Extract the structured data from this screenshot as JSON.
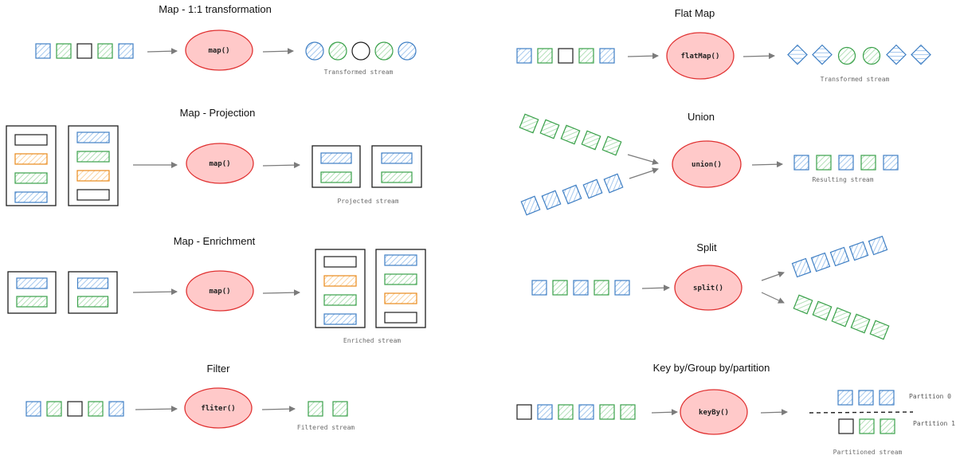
{
  "colors": {
    "blue": "#3f7fc4",
    "green": "#3aa14a",
    "black": "#1e1e1e",
    "orange": "#e98a1b",
    "operator_fill": "#ffc9c9",
    "operator_stroke": "#e03131",
    "arrow": "#7b7b7b"
  },
  "sections": {
    "map_transform": {
      "title": "Map - 1:1 transformation",
      "operator": "map()",
      "caption": "Transformed stream"
    },
    "map_projection": {
      "title": "Map - Projection",
      "operator": "map()",
      "caption": "Projected stream"
    },
    "map_enrichment": {
      "title": "Map - Enrichment",
      "operator": "map()",
      "caption": "Enriched stream"
    },
    "filter": {
      "title": "Filter",
      "operator": "fliter()",
      "caption": "Filtered stream"
    },
    "flat_map": {
      "title": "Flat Map",
      "operator": "flatMap()",
      "caption": "Transformed stream"
    },
    "union": {
      "title": "Union",
      "operator": "union()",
      "caption": "Resulting stream"
    },
    "split": {
      "title": "Split",
      "operator": "split()"
    },
    "key_by": {
      "title": "Key by/Group by/partition",
      "operator": "keyBy()",
      "caption": "Partitioned stream",
      "partition_0": "Partition 0",
      "partition_1": "Partition 1"
    }
  },
  "streams": {
    "map_transform_input": [
      "blue",
      "green",
      "black",
      "green",
      "blue"
    ],
    "map_transform_output": [
      "blue-circle",
      "green-circle",
      "black-circle",
      "green-circle",
      "blue-circle"
    ],
    "filter_input": [
      "blue",
      "green",
      "black",
      "green",
      "blue"
    ],
    "filter_output": [
      "green",
      "green"
    ],
    "flat_map_input": [
      "blue",
      "green",
      "black",
      "green",
      "blue"
    ],
    "flat_map_output": [
      "blue-diamond",
      "blue-diamond",
      "green-circle",
      "green-circle",
      "blue-diamond",
      "blue-diamond"
    ],
    "union_top": [
      "green",
      "green",
      "green",
      "green",
      "green"
    ],
    "union_bottom": [
      "blue",
      "blue",
      "blue",
      "blue",
      "blue"
    ],
    "union_output": [
      "blue",
      "green",
      "blue",
      "green",
      "blue"
    ],
    "split_input": [
      "blue",
      "green",
      "blue",
      "green",
      "blue"
    ],
    "split_up": [
      "blue",
      "blue",
      "blue",
      "blue",
      "blue"
    ],
    "split_down": [
      "green",
      "green",
      "green",
      "green",
      "green"
    ],
    "key_by_input": [
      "black",
      "blue",
      "green",
      "blue",
      "green",
      "green"
    ],
    "partition_0": [
      "blue",
      "blue",
      "blue"
    ],
    "partition_1": [
      "black",
      "green",
      "green"
    ]
  },
  "records": {
    "projection_input_1": [
      "black",
      "orange",
      "green",
      "blue"
    ],
    "projection_input_2": [
      "blue",
      "green",
      "orange",
      "black"
    ],
    "projection_output_1": [
      "blue",
      "green"
    ],
    "projection_output_2": [
      "blue",
      "green"
    ],
    "enrichment_input_1": [
      "blue",
      "green"
    ],
    "enrichment_input_2": [
      "blue",
      "green"
    ],
    "enrichment_output_1": [
      "black",
      "orange",
      "green",
      "blue"
    ],
    "enrichment_output_2": [
      "blue",
      "green",
      "orange",
      "black"
    ]
  }
}
